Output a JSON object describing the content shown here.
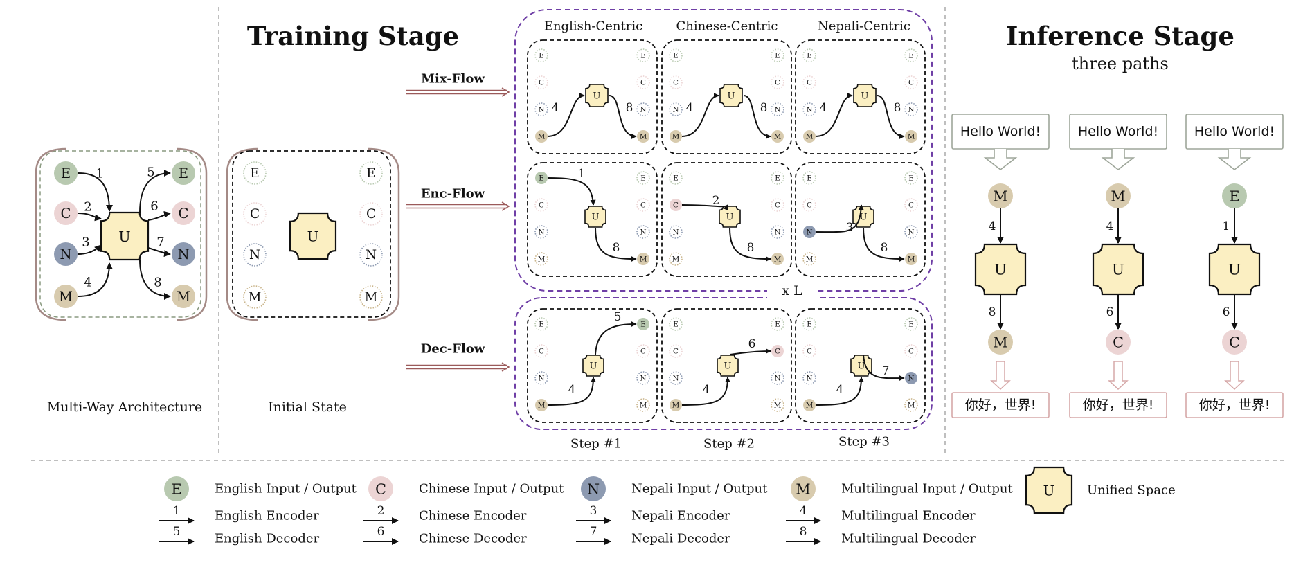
{
  "sections": {
    "multiway_caption": "Multi-Way Architecture",
    "initial_caption": "Initial State",
    "training_title": "Training Stage",
    "inference_title": "Inference Stage",
    "inference_subtitle": "three paths"
  },
  "node_letters": {
    "E": "E",
    "C": "C",
    "N": "N",
    "M": "M",
    "U": "U"
  },
  "edge_numbers": [
    "1",
    "2",
    "3",
    "4",
    "5",
    "6",
    "7",
    "8"
  ],
  "flows": {
    "mix": "Mix-Flow",
    "enc": "Enc-Flow",
    "dec": "Dec-Flow"
  },
  "columns": [
    "English-Centric",
    "Chinese-Centric",
    "Nepali-Centric"
  ],
  "repeat_label": "x L",
  "steps": [
    "Step  #1",
    "Step  #2",
    "Step #3"
  ],
  "inference": {
    "input_text": "Hello World!",
    "output_text": "你好，世界!",
    "paths": [
      {
        "in_node": "M",
        "enc": "4",
        "dec": "8",
        "out_node": "M"
      },
      {
        "in_node": "M",
        "enc": "4",
        "dec": "6",
        "out_node": "C"
      },
      {
        "in_node": "E",
        "enc": "1",
        "dec": "6",
        "out_node": "C"
      }
    ]
  },
  "legend": {
    "io": [
      {
        "node": "E",
        "label": "English Input / Output"
      },
      {
        "node": "C",
        "label": "Chinese Input / Output"
      },
      {
        "node": "N",
        "label": "Nepali  Input / Output"
      },
      {
        "node": "M",
        "label": "Multilingual Input / Output"
      }
    ],
    "encoders": [
      {
        "num": "1",
        "label": "English Encoder"
      },
      {
        "num": "2",
        "label": "Chinese Encoder"
      },
      {
        "num": "3",
        "label": "Nepali Encoder"
      },
      {
        "num": "4",
        "label": "Multilingual Encoder"
      }
    ],
    "decoders": [
      {
        "num": "5",
        "label": "English Decoder"
      },
      {
        "num": "6",
        "label": "Chinese Decoder"
      },
      {
        "num": "7",
        "label": "Nepali Decoder"
      },
      {
        "num": "8",
        "label": "Multilingual Decoder"
      }
    ],
    "unified": {
      "node": "U",
      "label": "Unified Space"
    }
  },
  "colors": {
    "E": "#b8c9b0",
    "C": "#ecd4d4",
    "N": "#8d9ab1",
    "M": "#d8cbae",
    "U": "#fbefc2",
    "purple": "#6f3fa6",
    "bracket": "#a48a86",
    "box_border": "#9ea69a",
    "out_border": "#d6a8a8"
  }
}
